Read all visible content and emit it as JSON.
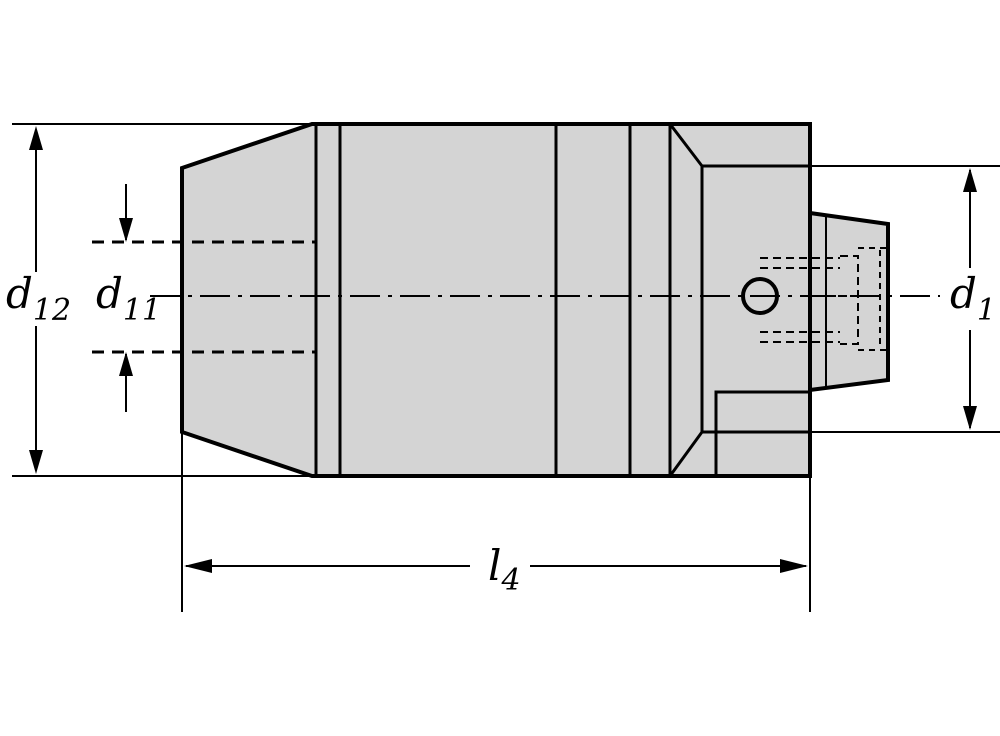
{
  "drawing": {
    "colors": {
      "line": "#000000",
      "body_fill": "#d4d4d4",
      "background": "#ffffff"
    },
    "dimensions": {
      "d12": {
        "main": "d",
        "sub": "12"
      },
      "d11": {
        "main": "d",
        "sub": "11"
      },
      "d1": {
        "main": "d",
        "sub": "1"
      },
      "l4": {
        "main": "l",
        "sub": "4"
      }
    }
  }
}
